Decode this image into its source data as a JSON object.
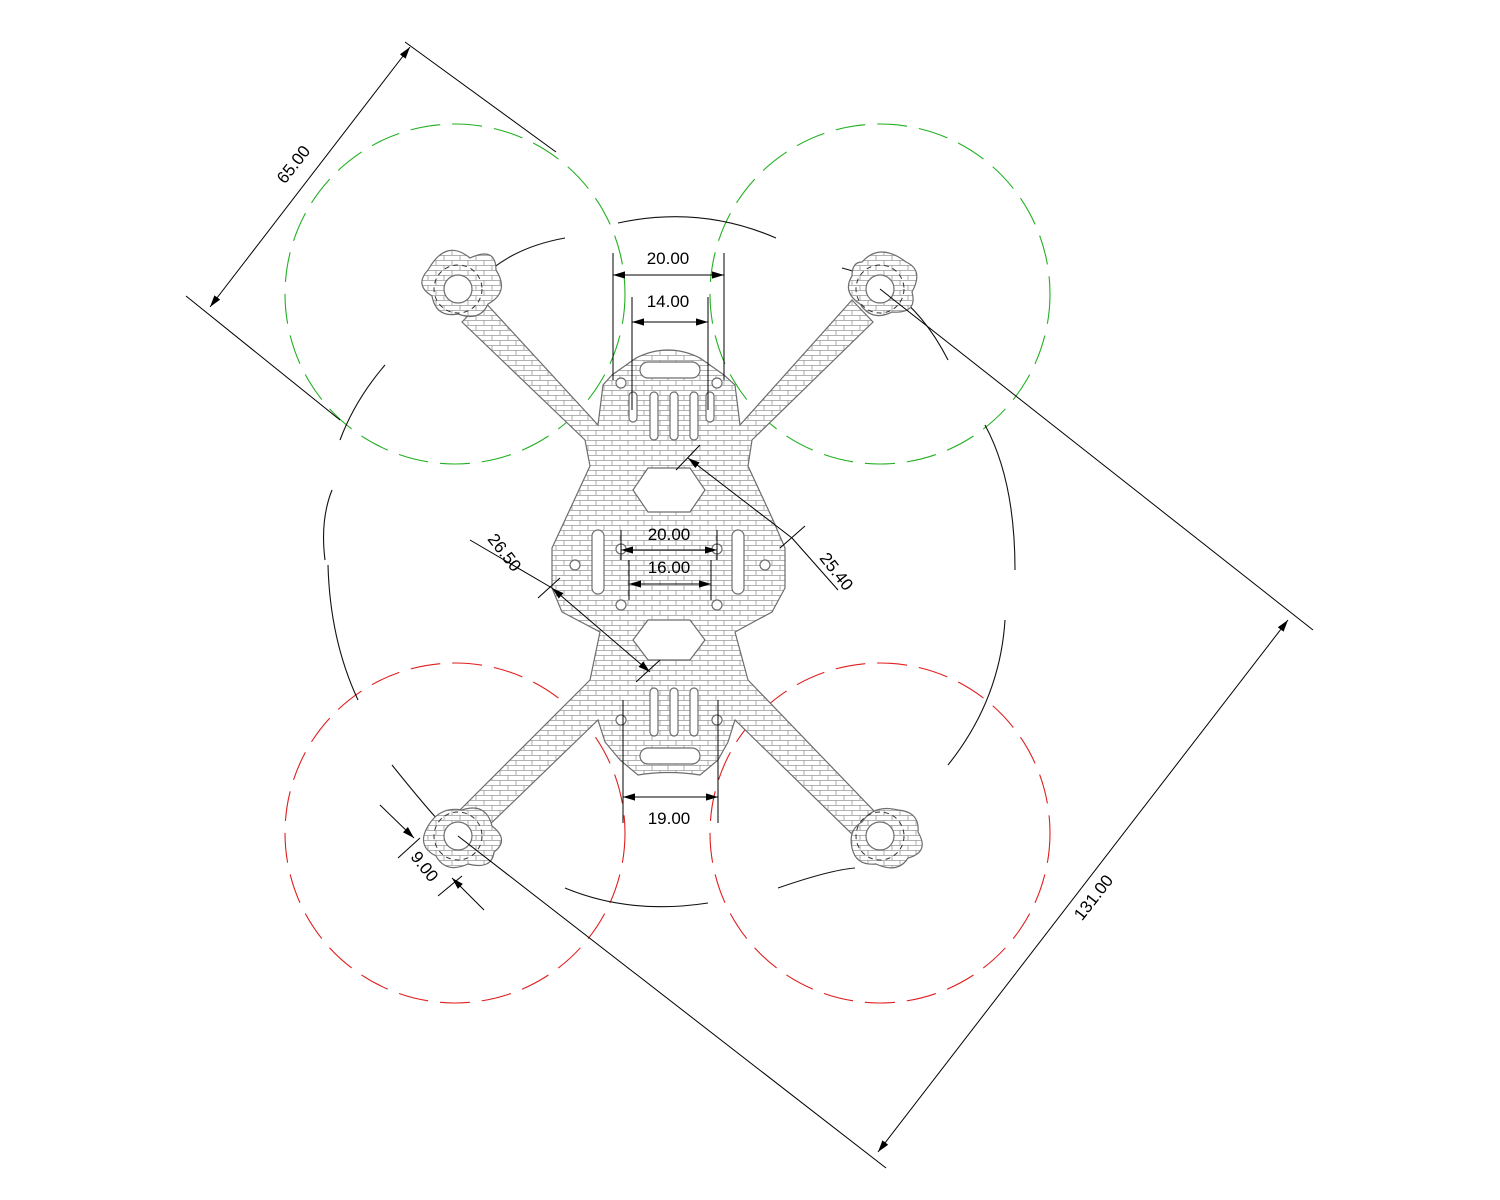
{
  "colors": {
    "front_props": "#22b022",
    "rear_props": "#e01e1e",
    "frame_outline": "#6d6d6d",
    "dimension": "#000000"
  },
  "dimensions": {
    "prop_diameter": "65.00",
    "motor_mount_top_outer": "20.00",
    "motor_mount_top_inner": "14.00",
    "stack_mount_outer": "20.00",
    "stack_mount_inner": "16.00",
    "arm_width_upper": "25.40",
    "arm_width_lower": "26.50",
    "bottom_mount": "19.00",
    "motor_hole": "9.00",
    "wheelbase": "131.00"
  }
}
